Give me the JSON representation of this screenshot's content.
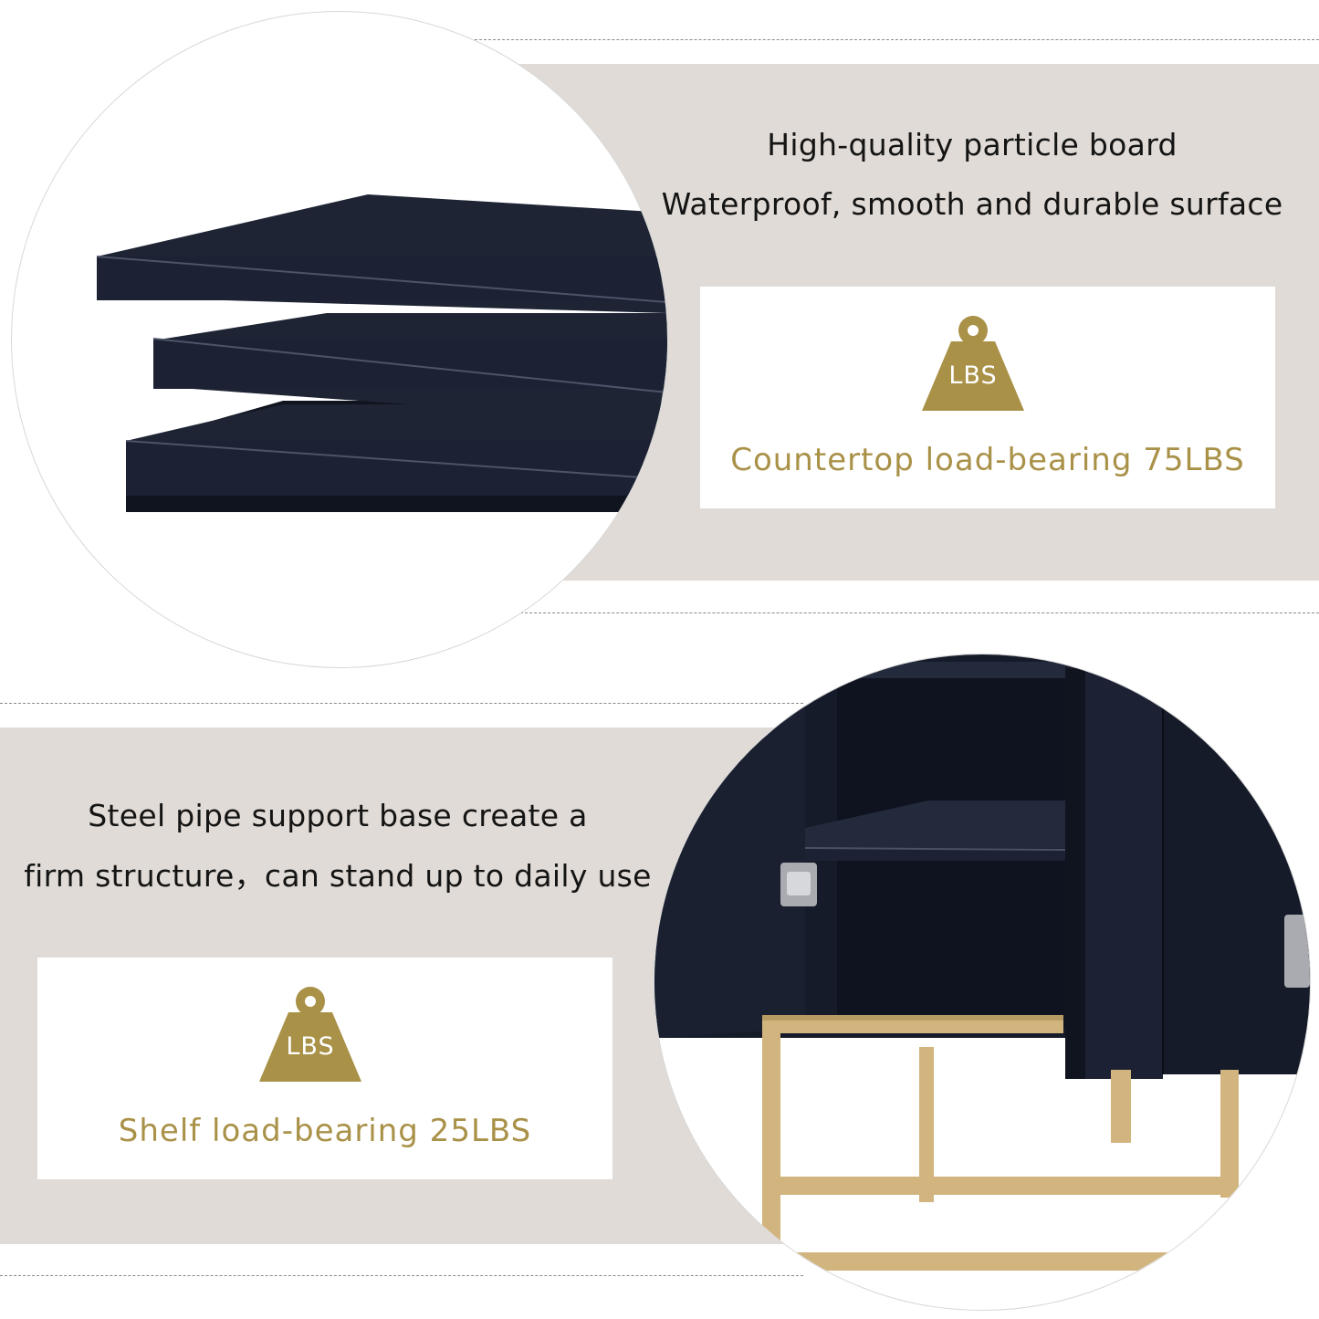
{
  "top_section": {
    "heading_line1": "High-quality particle board",
    "heading_line2": "Waterproof, smooth and durable surface",
    "badge": {
      "icon": "weight-icon",
      "icon_label": "LBS",
      "text": "Countertop load-bearing 75LBS"
    }
  },
  "bottom_section": {
    "heading_line1": "Steel pipe support base create a",
    "heading_line2": "firm structure，can stand up to daily use",
    "badge": {
      "icon": "weight-icon",
      "icon_label": "LBS",
      "text": "Shelf load-bearing 25LBS"
    }
  },
  "colors": {
    "band": "#e0dbd6",
    "gold": "#a99148",
    "board": "#1c2233",
    "frame": "#d2b47f"
  }
}
